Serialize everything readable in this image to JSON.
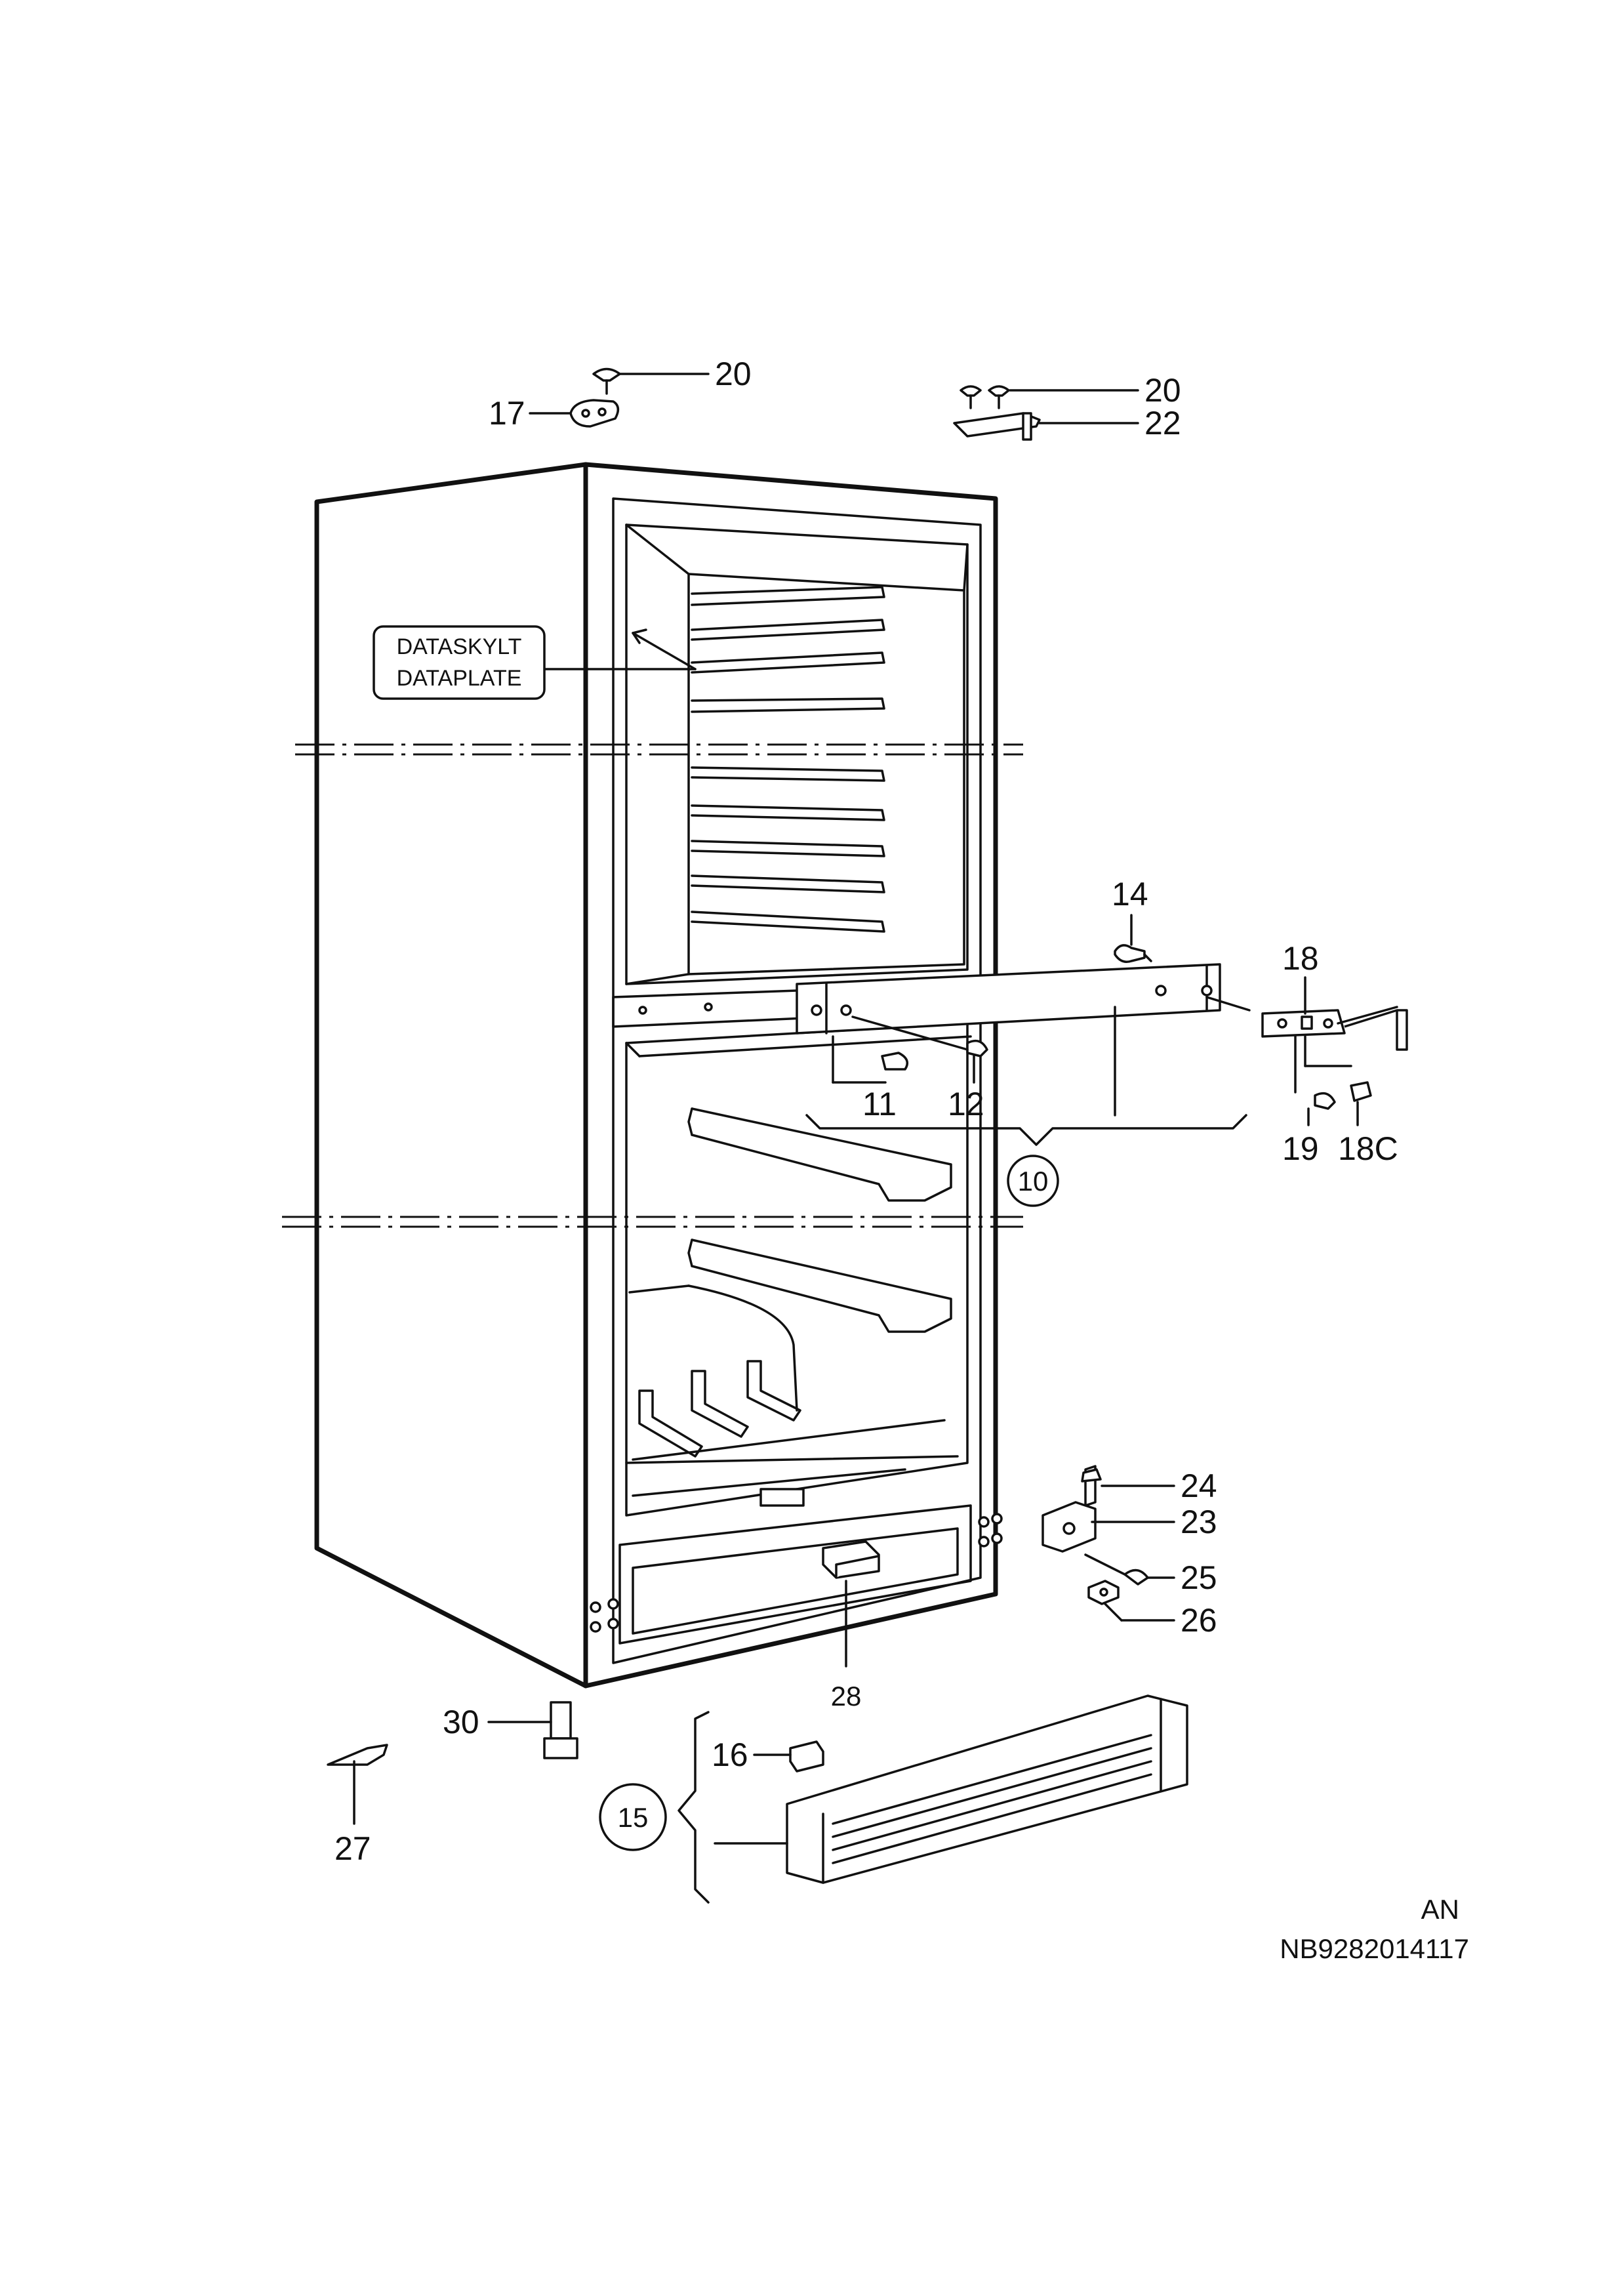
{
  "callouts": {
    "c20a": "20",
    "c17": "17",
    "c20b": "20",
    "c22": "22",
    "c14": "14",
    "c18": "18",
    "c11": "11",
    "c12": "12",
    "c19": "19",
    "c18c": "18C",
    "c10": "10",
    "c24": "24",
    "c23": "23",
    "c25": "25",
    "c26": "26",
    "c28": "28",
    "c30": "30",
    "c16": "16",
    "c15": "15",
    "c27": "27"
  },
  "dataplate": {
    "line1": "DATASKYLT",
    "line2": "DATAPLATE"
  },
  "footer": {
    "variant": "AN",
    "drawing_number": "NB9282014117"
  }
}
